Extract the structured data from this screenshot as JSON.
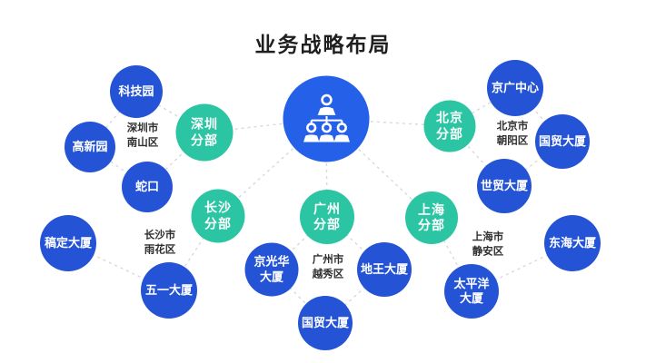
{
  "title": "业务战略布局",
  "colors": {
    "hub_blue": "#2560e8",
    "building_blue": "#2453d6",
    "branch_teal": "#2cc5a4",
    "connector_gray": "#d7d9dc",
    "title_color": "#1f1f1f"
  },
  "hub": {
    "icon": "org-chart-icon"
  },
  "branches": [
    {
      "id": "shenzhen",
      "label": "深圳\n分部"
    },
    {
      "id": "beijing",
      "label": "北京\n分部"
    },
    {
      "id": "changsha",
      "label": "长沙\n分部"
    },
    {
      "id": "guangzhou",
      "label": "广州\n分部"
    },
    {
      "id": "shanghai",
      "label": "上海\n分部"
    }
  ],
  "buildings": [
    {
      "id": "keji-yuan",
      "label": "科技园"
    },
    {
      "id": "gaoxin-yuan",
      "label": "高新园"
    },
    {
      "id": "shekou",
      "label": "蛇口"
    },
    {
      "id": "jingguang-center",
      "label": "京广中心"
    },
    {
      "id": "guomao-bj",
      "label": "国贸大厦"
    },
    {
      "id": "shimao",
      "label": "世贸大厦"
    },
    {
      "id": "gaoding",
      "label": "稿定大厦"
    },
    {
      "id": "wuyi",
      "label": "五一大厦"
    },
    {
      "id": "jingguanghua",
      "label": "京光华\n大厦"
    },
    {
      "id": "diwang",
      "label": "地王大厦"
    },
    {
      "id": "guomao-gz",
      "label": "国贸大厦"
    },
    {
      "id": "taipingyang",
      "label": "太平洋\n大厦"
    },
    {
      "id": "donghai",
      "label": "东海大厦"
    }
  ],
  "regions": [
    {
      "id": "nanshan",
      "label": "深圳市\n南山区"
    },
    {
      "id": "chaoyang",
      "label": "北京市\n朝阳区"
    },
    {
      "id": "yuhua",
      "label": "长沙市\n雨花区"
    },
    {
      "id": "yuexiu",
      "label": "广州市\n越秀区"
    },
    {
      "id": "jingan",
      "label": "上海市\n静安区"
    }
  ]
}
